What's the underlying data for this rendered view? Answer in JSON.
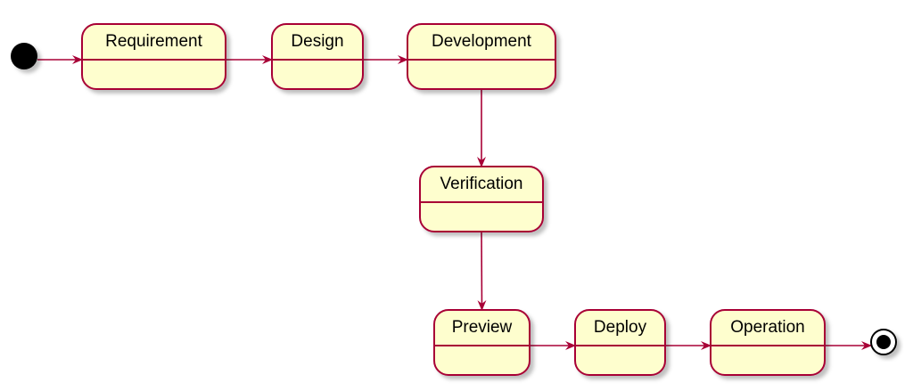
{
  "diagram": {
    "type": "uml-state-diagram",
    "colors": {
      "state_fill": "#fefece",
      "state_border": "#a80036",
      "arrow": "#a80036",
      "initial_node": "#000000",
      "shadow": "#c8c8c8"
    },
    "states": [
      {
        "id": "requirement",
        "label": "Requirement"
      },
      {
        "id": "design",
        "label": "Design"
      },
      {
        "id": "development",
        "label": "Development"
      },
      {
        "id": "verification",
        "label": "Verification"
      },
      {
        "id": "preview",
        "label": "Preview"
      },
      {
        "id": "deploy",
        "label": "Deploy"
      },
      {
        "id": "operation",
        "label": "Operation"
      }
    ],
    "transitions": [
      {
        "from": "start",
        "to": "requirement"
      },
      {
        "from": "requirement",
        "to": "design"
      },
      {
        "from": "design",
        "to": "development"
      },
      {
        "from": "development",
        "to": "verification"
      },
      {
        "from": "verification",
        "to": "preview"
      },
      {
        "from": "preview",
        "to": "deploy"
      },
      {
        "from": "deploy",
        "to": "operation"
      },
      {
        "from": "operation",
        "to": "end"
      }
    ]
  }
}
